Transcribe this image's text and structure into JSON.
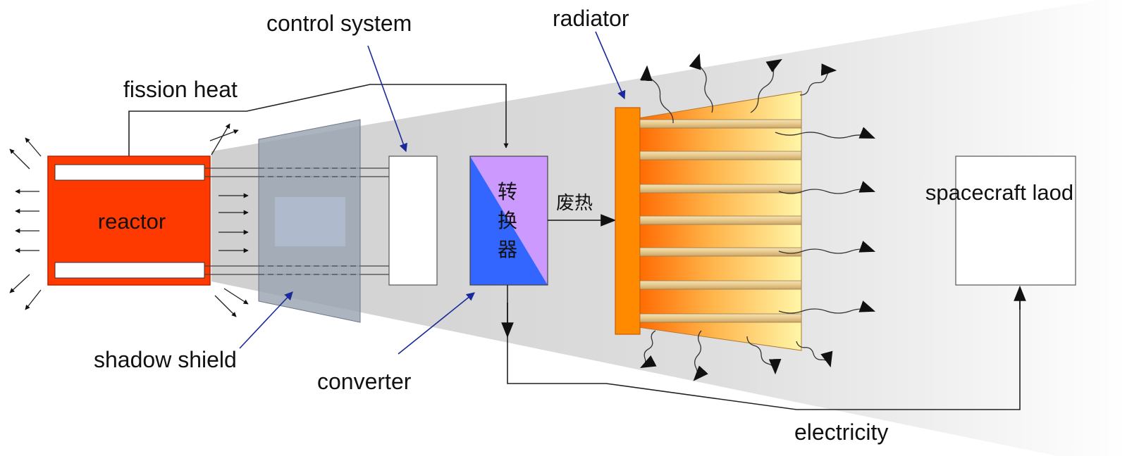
{
  "labels": {
    "control_system": "control system",
    "radiator": "radiator",
    "fission_heat": "fission heat",
    "reactor": "reactor",
    "shadow_shield": "shadow shield",
    "converter": "converter",
    "converter_text": [
      "转",
      "换",
      "器"
    ],
    "waste_heat": "废热",
    "spacecraft_load": "spacecraft laod",
    "electricity": "electricity"
  },
  "colors": {
    "reactor": "#ff3a00",
    "converter_blue": "#3366ff",
    "converter_purple": "#cc99ff",
    "radiator_hot": "#ff7a00",
    "radiator_cool": "#fff3a0",
    "cone": "#dcdcdc",
    "shield": "#9aa3b2"
  }
}
